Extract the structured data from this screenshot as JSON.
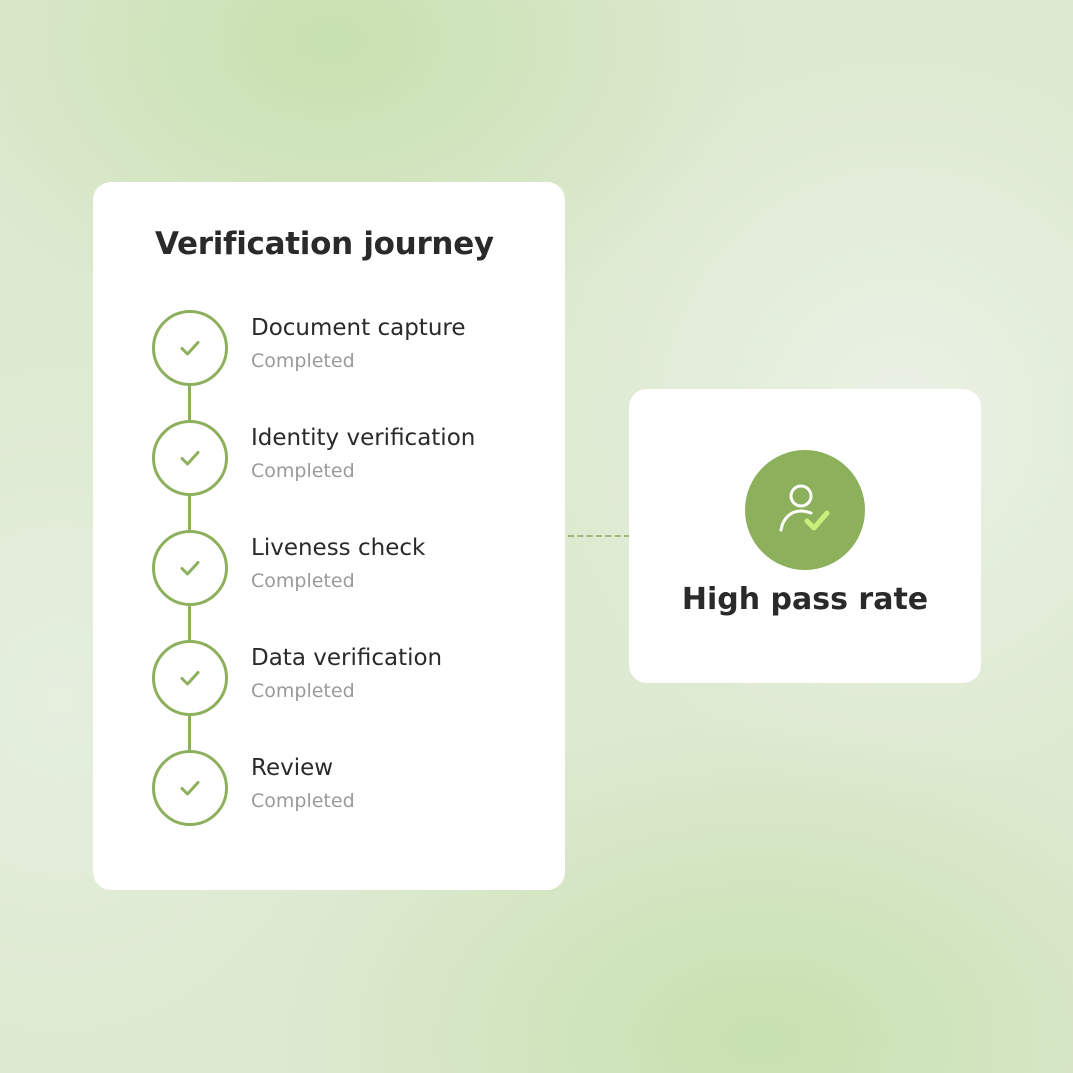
{
  "journey": {
    "title": "Verification journey",
    "steps": [
      {
        "label": "Document capture",
        "status": "Completed"
      },
      {
        "label": "Identity verification",
        "status": "Completed"
      },
      {
        "label": "Liveness check",
        "status": "Completed"
      },
      {
        "label": "Data verification",
        "status": "Completed"
      },
      {
        "label": "Review",
        "status": "Completed"
      }
    ]
  },
  "result": {
    "label": "High pass rate",
    "icon": "user-check-icon"
  },
  "colors": {
    "accent": "#8db05d",
    "accent_light": "#c8f07c",
    "text_primary": "#2a2a2a",
    "text_secondary": "#9a9a9a"
  }
}
